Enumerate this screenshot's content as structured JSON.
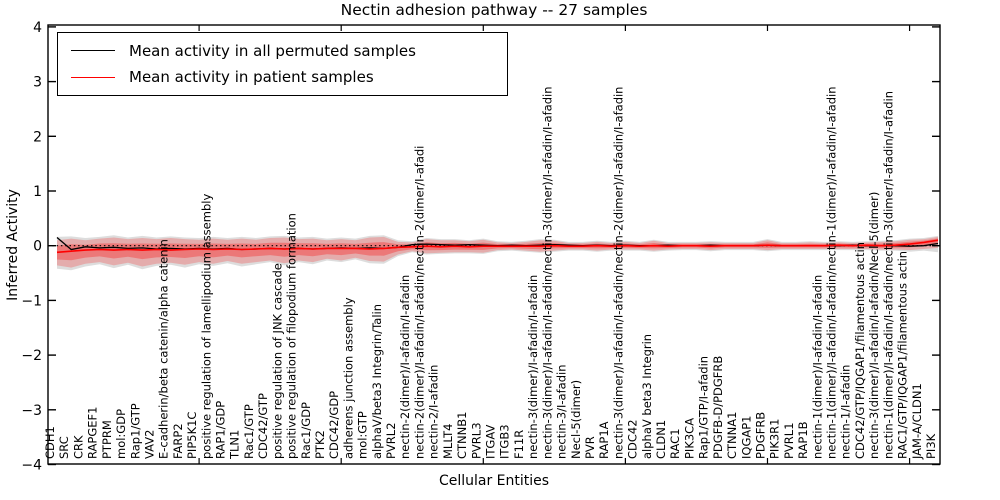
{
  "title": "Nectin adhesion pathway -- 27 samples",
  "chart_data": {
    "type": "line",
    "title": "Nectin adhesion pathway -- 27 samples",
    "xlabel": "Cellular Entities",
    "ylabel": "Inferred Activity",
    "ylim": [
      -4,
      4
    ],
    "grid": false,
    "legend_position": "upper left",
    "zero_line_style": "dotted",
    "yticks": [
      {
        "value": 4,
        "label": "4"
      },
      {
        "value": 3,
        "label": "3"
      },
      {
        "value": 2,
        "label": "2"
      },
      {
        "value": 1,
        "label": "1"
      },
      {
        "value": 0,
        "label": "0"
      },
      {
        "value": -1,
        "label": "−1"
      },
      {
        "value": -2,
        "label": "−2"
      },
      {
        "value": -3,
        "label": "−3"
      },
      {
        "value": -4,
        "label": "−4"
      }
    ],
    "categories": [
      "CDH1",
      "SRC",
      "CRK",
      "RAPGEF1",
      "PTPRM",
      "mol:GDP",
      "Rap1/GTP",
      "VAV2",
      "E-cadherin/beta catenin/alpha catenin",
      "FARP2",
      "PIP5K1C",
      "positive regulation of lamellipodium assembly",
      "RAP1/GDP",
      "TLN1",
      "Rac1/GTP",
      "CDC42/GTP",
      "positive regulation of JNK cascade",
      "positive regulation of filopodium formation",
      "Rac1/GDP",
      "PTK2",
      "CDC42/GDP",
      "adherens junction assembly",
      "mol:GTP",
      "alphaV/beta3 Integrin/Talin",
      "PVRL2",
      "nectin-2(dimer)/I-afadin/I-afadin",
      "nectin-2(dimer)/I-afadin/I-afadin/nectin-2(dimer/I-afadi",
      "nectin-2/I-afadin",
      "MLLT4",
      "CTNNB1",
      "PVRL3",
      "ITGAV",
      "ITGB3",
      "F11R",
      "nectin-3(dimer)/I-afadin/I-afadin",
      "nectin-3(dimer)/I-afadin/I-afadin/nectin-3(dimer)/I-afadin/I-afadin",
      "nectin-3/I-afadin",
      "Necl-5(dimer)",
      "PVR",
      "RAP1A",
      "nectin-3(dimer)/I-afadin/I-afadin/nectin-2(dimer)/I-afadin/I-afadin",
      "CDC42",
      "alphaV beta3 Integrin",
      "CLDN1",
      "RAC1",
      "PIK3CA",
      "Rap1/GTP/I-afadin",
      "PDGFB-D/PDGFRB",
      "CTNNA1",
      "IQGAP1",
      "PDGFRB",
      "PIK3R1",
      "PVRL1",
      "RAP1B",
      "nectin-1(dimer)/I-afadin/I-afadin",
      "nectin-1(dimer)/I-afadin/I-afadin/nectin-1(dimer)/I-afadin/I-afadin",
      "nectin-1/I-afadin",
      "CDC42/GTP/IQGAP1/filamentous actin",
      "nectin-3(dimer)/I-afadin/I-afadin/Necl-5(dimer)",
      "nectin-1(dimer)/I-afadin/I-afadin/nectin-3(dimer/I-afadin/I-afadin",
      "RAC1/GTP/IQGAP1/filamentous actin",
      "JAM-A/CLDN1",
      "PI3K"
    ],
    "series": [
      {
        "name": "Mean activity in all permuted samples",
        "color": "#000000",
        "values": [
          0.15,
          -0.07,
          -0.02,
          -0.04,
          -0.03,
          -0.05,
          -0.04,
          -0.06,
          -0.05,
          -0.06,
          -0.05,
          -0.06,
          -0.05,
          -0.07,
          -0.06,
          -0.05,
          -0.06,
          -0.05,
          -0.06,
          -0.05,
          -0.04,
          -0.05,
          -0.04,
          -0.05,
          -0.03,
          0.02,
          0.03,
          0.02,
          0.01,
          0.02,
          0.01,
          0.0,
          0.01,
          0.0,
          0.01,
          0.02,
          0.01,
          0.0,
          0.01,
          0.0,
          0.01,
          0.0,
          0.0,
          0.01,
          0.0,
          0.0,
          0.01,
          0.0,
          0.0,
          0.0,
          0.01,
          0.0,
          0.0,
          0.0,
          0.0,
          0.0,
          0.01,
          0.0,
          0.0,
          0.0,
          -0.01,
          0.0,
          0.04
        ]
      },
      {
        "name": "Mean activity in patient samples",
        "color": "#ff0000",
        "values": [
          -0.12,
          -0.1,
          -0.08,
          -0.07,
          -0.08,
          -0.07,
          -0.08,
          -0.07,
          -0.08,
          -0.07,
          -0.06,
          -0.07,
          -0.06,
          -0.07,
          -0.06,
          -0.05,
          -0.06,
          -0.05,
          -0.06,
          -0.05,
          -0.05,
          -0.05,
          -0.06,
          -0.05,
          -0.03,
          -0.02,
          -0.01,
          -0.02,
          -0.01,
          -0.02,
          -0.01,
          -0.01,
          -0.01,
          -0.01,
          -0.01,
          0.0,
          -0.01,
          -0.01,
          0.0,
          -0.01,
          0.0,
          -0.01,
          0.0,
          -0.01,
          0.0,
          0.0,
          -0.01,
          0.0,
          0.0,
          0.0,
          0.01,
          0.0,
          0.0,
          0.0,
          0.0,
          0.01,
          0.0,
          0.01,
          0.0,
          0.01,
          0.03,
          0.06,
          0.1
        ]
      }
    ],
    "bands": [
      {
        "name": "permuted-band",
        "color": "#969696",
        "opacity": 0.32,
        "upper": [
          0.16,
          0.17,
          0.14,
          0.16,
          0.19,
          0.15,
          0.18,
          0.15,
          0.17,
          0.15,
          0.14,
          0.16,
          0.14,
          0.16,
          0.14,
          0.17,
          0.18,
          0.15,
          0.16,
          0.13,
          0.15,
          0.13,
          0.18,
          0.19,
          0.1,
          0.08,
          0.14,
          0.12,
          0.12,
          0.1,
          0.13,
          0.08,
          0.07,
          0.09,
          0.12,
          0.11,
          0.07,
          0.07,
          0.09,
          0.07,
          0.09,
          0.07,
          0.11,
          0.07,
          0.07,
          0.07,
          0.08,
          0.07,
          0.07,
          0.07,
          0.12,
          0.07,
          0.07,
          0.08,
          0.07,
          0.08,
          0.07,
          0.08,
          0.09,
          0.1,
          0.13,
          0.14,
          0.18
        ],
        "lower": [
          -0.42,
          -0.45,
          -0.38,
          -0.34,
          -0.41,
          -0.35,
          -0.43,
          -0.37,
          -0.35,
          -0.4,
          -0.34,
          -0.37,
          -0.32,
          -0.38,
          -0.34,
          -0.3,
          -0.36,
          -0.3,
          -0.34,
          -0.27,
          -0.3,
          -0.25,
          -0.32,
          -0.33,
          -0.19,
          -0.12,
          -0.16,
          -0.15,
          -0.14,
          -0.14,
          -0.15,
          -0.1,
          -0.09,
          -0.11,
          -0.13,
          -0.11,
          -0.09,
          -0.09,
          -0.11,
          -0.09,
          -0.09,
          -0.09,
          -0.11,
          -0.09,
          -0.08,
          -0.08,
          -0.1,
          -0.08,
          -0.08,
          -0.08,
          -0.1,
          -0.08,
          -0.08,
          -0.08,
          -0.08,
          -0.08,
          -0.08,
          -0.08,
          -0.09,
          -0.09,
          -0.11,
          -0.09,
          -0.12
        ]
      },
      {
        "name": "patient-band",
        "color": "#ff0000",
        "opacity": 0.22,
        "upper": [
          0.1,
          0.13,
          0.1,
          0.13,
          0.15,
          0.12,
          0.14,
          0.12,
          0.14,
          0.12,
          0.11,
          0.13,
          0.11,
          0.13,
          0.11,
          0.14,
          0.15,
          0.12,
          0.13,
          0.1,
          0.12,
          0.1,
          0.15,
          0.16,
          0.07,
          0.06,
          0.12,
          0.1,
          0.1,
          0.08,
          0.11,
          0.06,
          0.05,
          0.07,
          0.1,
          0.09,
          0.05,
          0.05,
          0.07,
          0.05,
          0.07,
          0.05,
          0.09,
          0.05,
          0.05,
          0.05,
          0.06,
          0.05,
          0.05,
          0.05,
          0.1,
          0.05,
          0.05,
          0.06,
          0.05,
          0.06,
          0.05,
          0.06,
          0.07,
          0.08,
          0.11,
          0.12,
          0.16
        ],
        "lower": [
          -0.36,
          -0.4,
          -0.33,
          -0.3,
          -0.36,
          -0.31,
          -0.38,
          -0.33,
          -0.31,
          -0.35,
          -0.3,
          -0.33,
          -0.28,
          -0.33,
          -0.3,
          -0.27,
          -0.32,
          -0.27,
          -0.3,
          -0.24,
          -0.27,
          -0.22,
          -0.28,
          -0.29,
          -0.16,
          -0.1,
          -0.14,
          -0.13,
          -0.12,
          -0.12,
          -0.13,
          -0.08,
          -0.07,
          -0.09,
          -0.11,
          -0.09,
          -0.07,
          -0.07,
          -0.09,
          -0.07,
          -0.07,
          -0.07,
          -0.09,
          -0.07,
          -0.06,
          -0.06,
          -0.08,
          -0.06,
          -0.06,
          -0.06,
          -0.08,
          -0.06,
          -0.06,
          -0.06,
          -0.06,
          -0.06,
          -0.06,
          -0.06,
          -0.07,
          -0.07,
          -0.08,
          -0.06,
          -0.04
        ]
      },
      {
        "name": "patient-band-inner",
        "color": "#ff0000",
        "opacity": 0.3,
        "shrink_of": "patient-band",
        "shrink": 0.55
      }
    ]
  }
}
